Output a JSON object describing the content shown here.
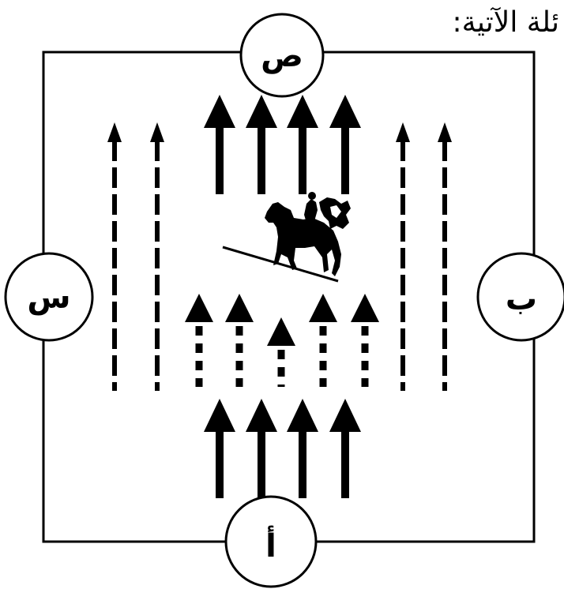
{
  "caption": "ئلة الآتية:",
  "labels": {
    "top": "ص",
    "left": "س",
    "right": "ب",
    "bottom": "أ"
  },
  "icons": {
    "figure": "horse-rider-on-slope-icon"
  }
}
